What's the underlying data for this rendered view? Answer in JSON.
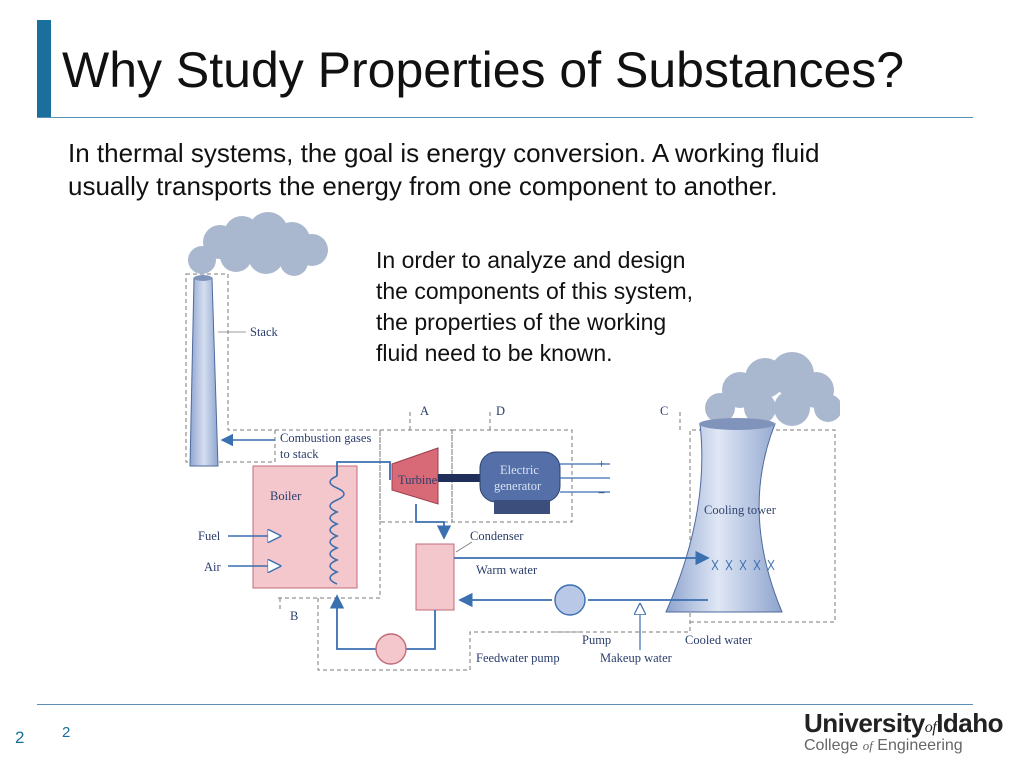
{
  "slide": {
    "title": "Why Study Properties of Substances?",
    "intro_line1": "In thermal systems, the goal is energy conversion.  A working fluid",
    "intro_line2": "usually transports the energy from one component to another.",
    "note_line1": "In order to analyze and design",
    "note_line2": "the components of this system,",
    "note_line3": "the properties of the working",
    "note_line4": "fluid need to be known.",
    "slide_number_left": "2",
    "slide_number_footer": "2"
  },
  "diagram": {
    "labels": {
      "stack": "Stack",
      "combustion_gases_1": "Combustion gases",
      "combustion_gases_2": "to stack",
      "boiler": "Boiler",
      "fuel": "Fuel",
      "air": "Air",
      "b": "B",
      "a": "A",
      "d": "D",
      "c": "C",
      "turbine": "Turbine",
      "generator_1": "Electric",
      "generator_2": "generator",
      "plus": "+",
      "minus": "−",
      "condenser": "Condenser",
      "warm_water": "Warm water",
      "cooling_tower": "Cooling tower",
      "pump": "Pump",
      "cooled_water": "Cooled water",
      "feedwater_pump": "Feedwater pump",
      "makeup_water": "Makeup water"
    },
    "colors": {
      "line": "#3a6fb0",
      "boiler_fill": "#f3c7cc",
      "turbine_fill": "#d86a78",
      "tower_fill": "#b9c8e6",
      "cloud_fill": "#aab8cf"
    }
  },
  "logo": {
    "university": "University",
    "of": "of",
    "idaho": "Idaho",
    "college": "College",
    "of_small": "of",
    "engineering": "Engineering"
  }
}
